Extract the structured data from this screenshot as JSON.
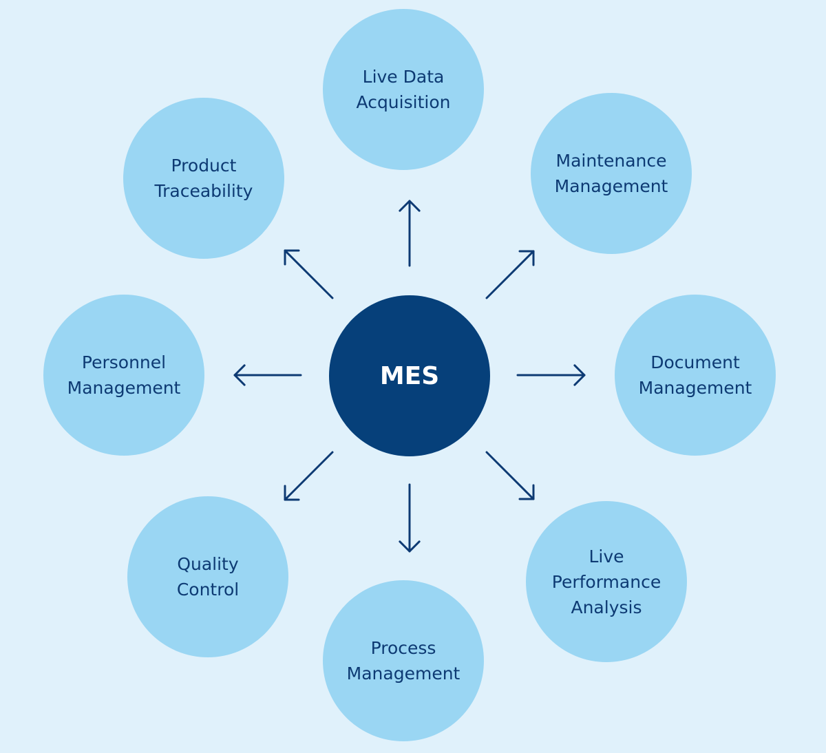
{
  "colors": {
    "background": "#e0f1fb",
    "satellite_fill": "#9ad6f3",
    "satellite_text": "#0d3a73",
    "hub_fill": "#06407a",
    "hub_text": "#ffffff",
    "arrow": "#0d3a73"
  },
  "hub": {
    "label": "MES"
  },
  "satellites": [
    {
      "id": "live-data-acquisition",
      "lines": [
        "Live Data",
        "Acquisition"
      ]
    },
    {
      "id": "maintenance-management",
      "lines": [
        "Maintenance",
        "Management"
      ]
    },
    {
      "id": "document-management",
      "lines": [
        "Document",
        "Management"
      ]
    },
    {
      "id": "live-performance-analysis",
      "lines": [
        "Live",
        "Performance",
        "Analysis"
      ]
    },
    {
      "id": "process-management",
      "lines": [
        "Process",
        "Management"
      ]
    },
    {
      "id": "quality-control",
      "lines": [
        "Quality",
        "Control"
      ]
    },
    {
      "id": "personnel-management",
      "lines": [
        "Personnel",
        "Management"
      ]
    },
    {
      "id": "product-traceability",
      "lines": [
        "Product",
        "Traceability"
      ]
    }
  ]
}
